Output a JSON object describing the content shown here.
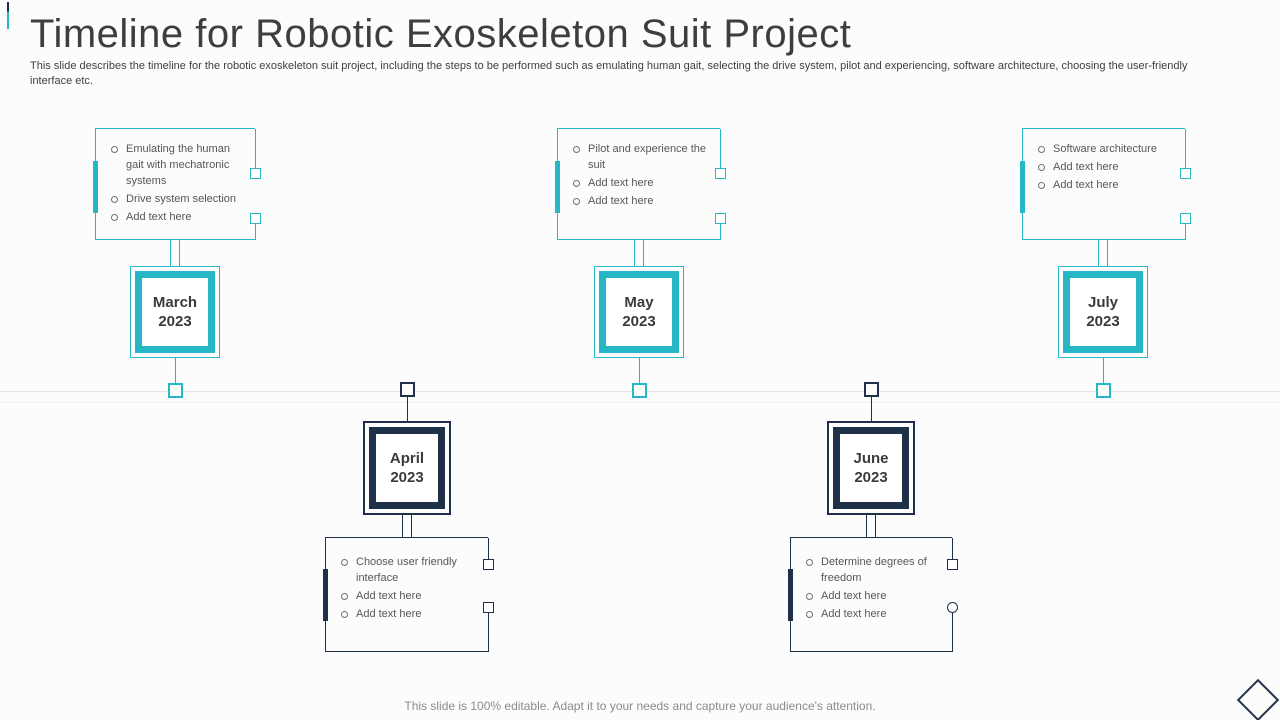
{
  "slide": {
    "title": "Timeline for Robotic Exoskeleton Suit Project",
    "subtitle": "This slide describes the timeline for the robotic exoskeleton suit project, including the steps to be performed such as emulating human gait, selecting the drive system, pilot and experiencing, software architecture, choosing the user-friendly interface etc.",
    "footer": "This slide is 100% editable. Adapt it to your needs and capture your audience's attention."
  },
  "colors": {
    "teal_accent": "#25B7C6",
    "navy_accent": "#1F3049",
    "title_text": "#3E3E40",
    "body_text": "#54575A",
    "footer_text": "#8B8B8B",
    "timeline_line": "#E3E3E3"
  },
  "milestones": [
    {
      "month": "March",
      "year": "2023",
      "row": "top",
      "bullets": [
        "Emulating the human gait with mechatronic systems",
        "Drive system selection",
        "Add text here"
      ]
    },
    {
      "month": "April",
      "year": "2023",
      "row": "bottom",
      "bullets": [
        "Choose user friendly interface",
        "Add text here",
        "Add text here"
      ]
    },
    {
      "month": "May",
      "year": "2023",
      "row": "top",
      "bullets": [
        "Pilot and experience the suit",
        "Add text here",
        "Add text here"
      ]
    },
    {
      "month": "June",
      "year": "2023",
      "row": "bottom",
      "bullets": [
        "Determine degrees of freedom",
        "Add text here",
        "Add text here"
      ]
    },
    {
      "month": "July",
      "year": "2023",
      "row": "top",
      "bullets": [
        "Software architecture",
        "Add text here",
        "Add text here"
      ]
    }
  ]
}
